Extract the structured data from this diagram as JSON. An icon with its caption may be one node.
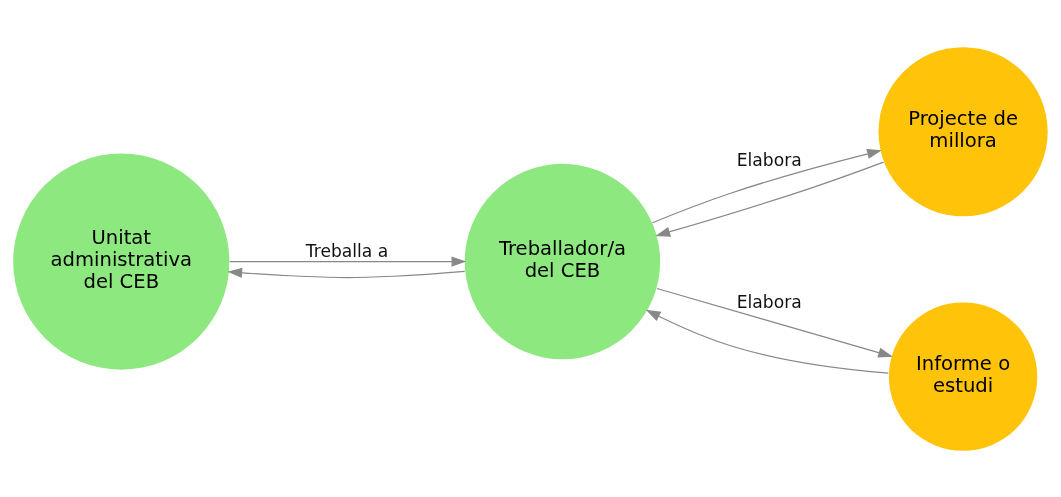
{
  "diagram": {
    "nodes": [
      {
        "text": [
          "Unitat administrativa del CEB"
        ]
      },
      {
        "text": [
          "Treballador/a del CEB"
        ]
      },
      {
        "text": [
          "Projecte de millora"
        ]
      },
      {
        "text": [
          "Informe o estudi"
        ]
      }
    ],
    "edges": [
      {
        "from": 0,
        "to": 1,
        "arrow": "to",
        "label": "Treballa a"
      },
      {
        "from": 1,
        "to": 0,
        "arrow": "to"
      },
      {
        "from": 1,
        "to": 2,
        "arrow": "to",
        "label": "Elabora"
      },
      {
        "from": 2,
        "to": 1,
        "arrow": "to"
      },
      {
        "from": 1,
        "to": 3,
        "arrow": "to",
        "label": "Elabora"
      },
      {
        "from": 3,
        "to": 1,
        "arrow": "to"
      }
    ]
  }
}
